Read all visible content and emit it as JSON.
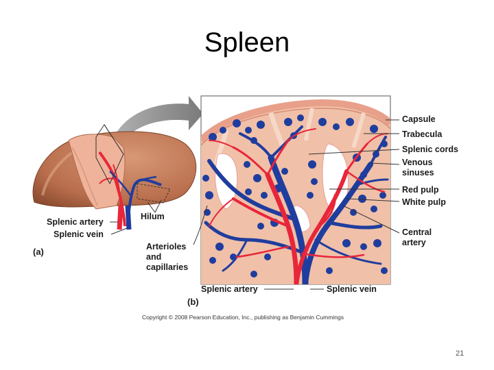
{
  "slide": {
    "title": "Spleen",
    "page_number": "21"
  },
  "figure": {
    "panel_a": {
      "tag": "(a)",
      "labels": {
        "hilum": "Hilum",
        "splenic_artery": "Splenic artery",
        "splenic_vein": "Splenic vein"
      }
    },
    "panel_b": {
      "tag": "(b)",
      "labels": {
        "capsule": "Capsule",
        "trabecula": "Trabecula",
        "splenic_cords": "Splenic cords",
        "venous_sinuses_1": "Venous",
        "venous_sinuses_2": "sinuses",
        "red_pulp": "Red pulp",
        "white_pulp": "White pulp",
        "central_artery_1": "Central",
        "central_artery_2": "artery",
        "arterioles_1": "Arterioles",
        "arterioles_2": "and",
        "arterioles_3": "capillaries",
        "splenic_artery": "Splenic artery",
        "splenic_vein": "Splenic vein"
      }
    },
    "copyright": "Copyright © 2008 Pearson Education, Inc., publishing as Benjamin Cummings"
  },
  "colors": {
    "organ": "#c07a58",
    "organ_light": "#eeb39a",
    "tissue": "#f0c0a8",
    "artery": "#e8263a",
    "vein": "#1f3d9e",
    "white_pulp": "#ffffff",
    "arrow": "#8a8a8a"
  }
}
